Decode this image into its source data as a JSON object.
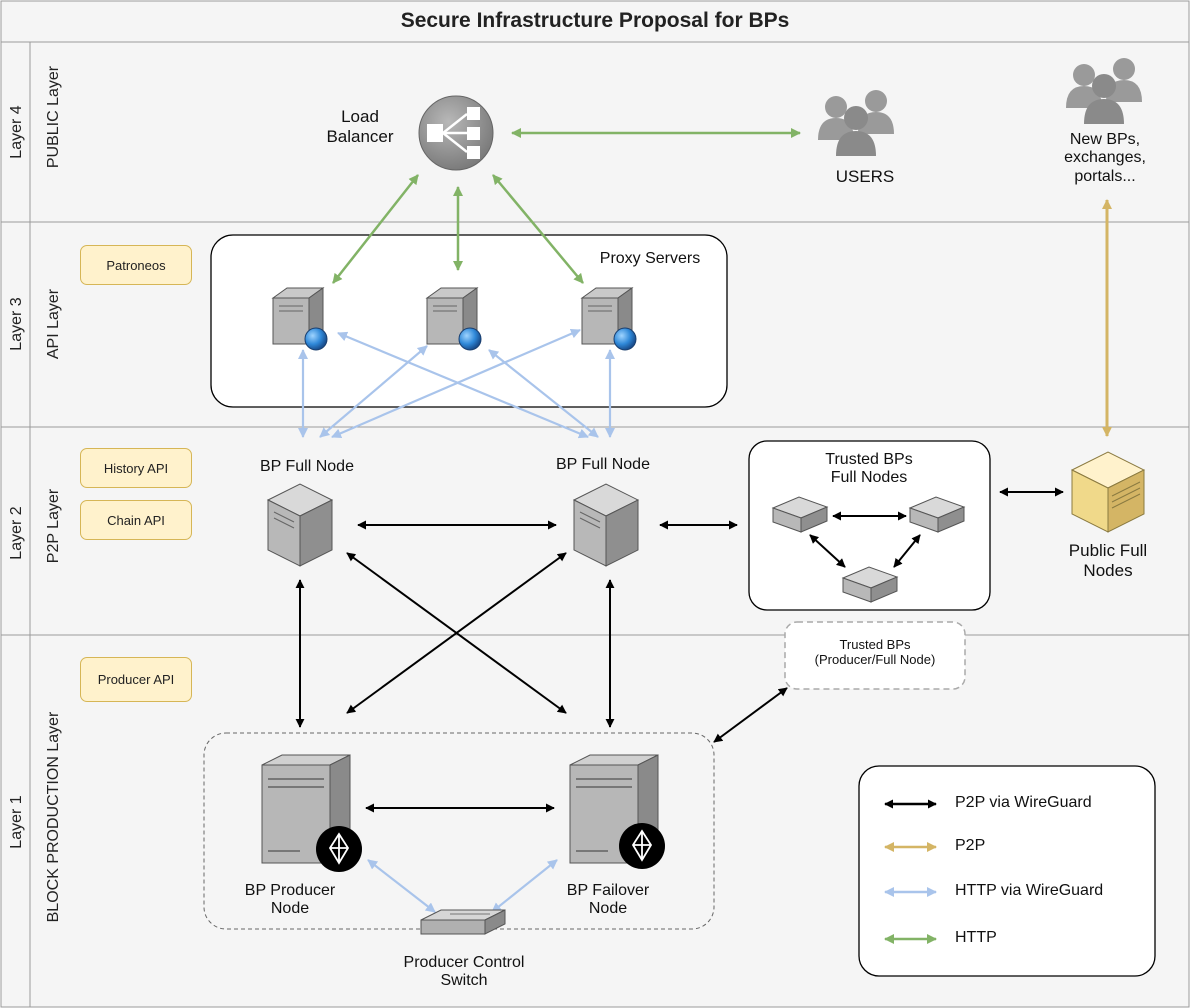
{
  "title": "Secure Infrastructure Proposal for BPs",
  "layers": [
    {
      "number": "Layer 4",
      "name": "PUBLIC Layer"
    },
    {
      "number": "Layer 3",
      "name": "API Layer"
    },
    {
      "number": "Layer 2",
      "name": "P2P Layer"
    },
    {
      "number": "Layer 1",
      "name": "BLOCK PRODUCTION Layer"
    }
  ],
  "tags": {
    "patroneos": "Patroneos",
    "history_api": "History API",
    "chain_api": "Chain API",
    "producer_api": "Producer API"
  },
  "nodes": {
    "load_balancer": [
      "Load",
      "Balancer"
    ],
    "users": "USERS",
    "new_bps": [
      "New BPs,",
      "exchanges,",
      "portals..."
    ],
    "proxy_servers": "Proxy Servers",
    "bp_full_node_left": "BP Full Node",
    "bp_full_node_right": "BP Full Node",
    "trusted_full_nodes": [
      "Trusted BPs",
      "Full Nodes"
    ],
    "public_full_nodes": [
      "Public Full",
      "Nodes"
    ],
    "trusted_producers": [
      "Trusted BPs",
      "(Producer/Full Node)"
    ],
    "bp_producer": [
      "BP Producer",
      "Node"
    ],
    "bp_failover": [
      "BP Failover",
      "Node"
    ],
    "control_switch": [
      "Producer Control",
      "Switch"
    ]
  },
  "legend": [
    {
      "label": "P2P via WireGuard",
      "color": "#000000"
    },
    {
      "label": "P2P",
      "color": "#d4b565"
    },
    {
      "label": "HTTP via WireGuard",
      "color": "#a9c4eb"
    },
    {
      "label": "HTTP",
      "color": "#82b366"
    }
  ],
  "colors": {
    "band_bg": "#f5f5f5",
    "p2p_wireguard": "#000000",
    "p2p": "#d4b565",
    "http_wireguard": "#a9c4eb",
    "http": "#82b366"
  }
}
